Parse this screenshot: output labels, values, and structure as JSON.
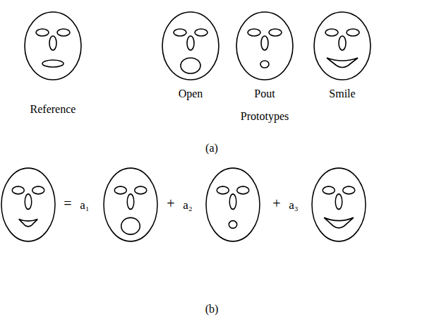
{
  "diagram": {
    "labels": [
      "Reference",
      "Open",
      "Pout",
      "Smile",
      "Prototypes",
      "(a)",
      "=",
      "a₁",
      "+",
      "a₂",
      "+",
      "a₃",
      "(b)"
    ]
  }
}
